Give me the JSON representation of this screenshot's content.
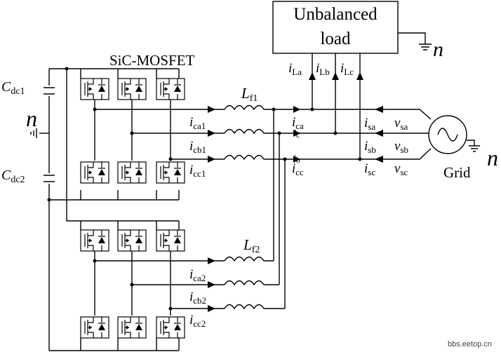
{
  "load": {
    "line1": "Unbalanced",
    "line2": "load"
  },
  "switch_label": "SiC-MOSFET",
  "grid_label": "Grid",
  "neutral": "n",
  "capacitors": [
    {
      "main": "C",
      "sub": "dc1"
    },
    {
      "main": "C",
      "sub": "dc2"
    }
  ],
  "filters": [
    {
      "main": "L",
      "sub": "f1"
    },
    {
      "main": "L",
      "sub": "f2"
    }
  ],
  "load_currents": [
    {
      "main": "i",
      "sub": "La"
    },
    {
      "main": "i",
      "sub": "Lb"
    },
    {
      "main": "i",
      "sub": "Lc"
    }
  ],
  "converter1_currents": [
    {
      "main": "i",
      "sub": "ca1"
    },
    {
      "main": "i",
      "sub": "cb1"
    },
    {
      "main": "i",
      "sub": "cc1"
    }
  ],
  "converter2_currents": [
    {
      "main": "i",
      "sub": "ca2"
    },
    {
      "main": "i",
      "sub": "cb2"
    },
    {
      "main": "i",
      "sub": "cc2"
    }
  ],
  "total_currents": [
    {
      "main": "i",
      "sub": "ca"
    },
    {
      "main": "i",
      "sub": "c"
    },
    {
      "main": "i",
      "sub": "b"
    },
    {
      "main": "i",
      "sub": "cc"
    }
  ],
  "source_currents": [
    {
      "main": "i",
      "sub": "sa"
    },
    {
      "main": "i",
      "sub": "sb"
    },
    {
      "main": "i",
      "sub": "sc"
    }
  ],
  "source_voltages": [
    {
      "main": "v",
      "sub": "sa"
    },
    {
      "main": "v",
      "sub": "sb"
    },
    {
      "main": "v",
      "sub": "sc"
    }
  ],
  "watermark": "bbs.eetop.cn"
}
